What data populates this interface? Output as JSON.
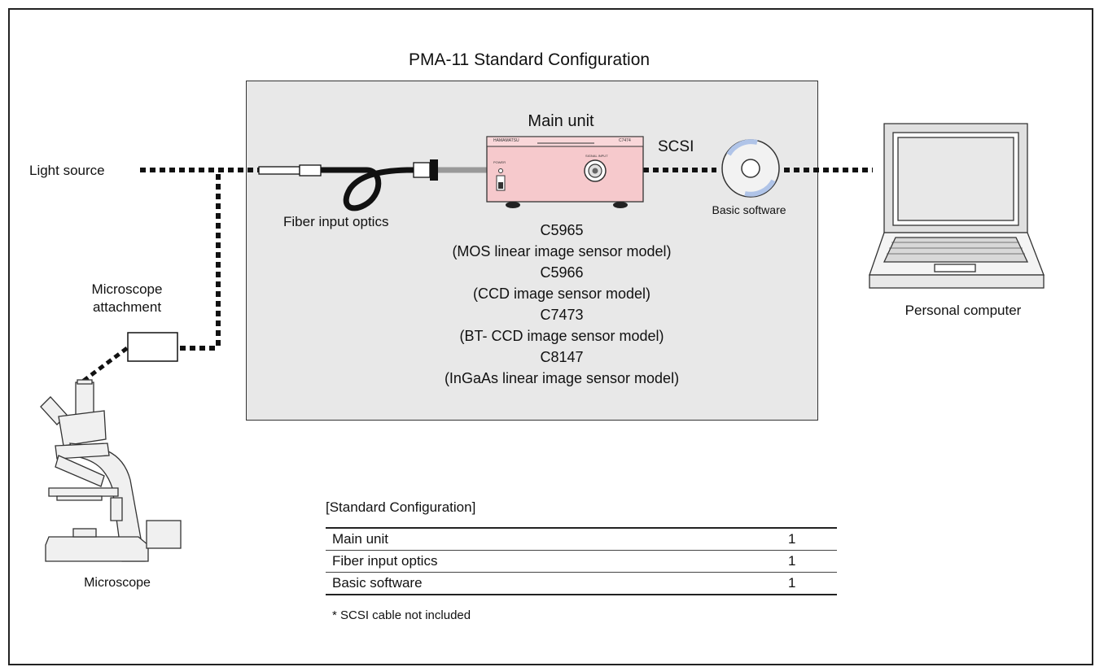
{
  "title": "PMA-11 Standard Configuration",
  "labels": {
    "light_source": "Light source",
    "microscope_attachment_line1": "Microscope",
    "microscope_attachment_line2": "attachment",
    "microscope": "Microscope",
    "fiber_input_optics": "Fiber input optics",
    "main_unit": "Main unit",
    "scsi": "SCSI",
    "basic_software": "Basic software",
    "personal_computer": "Personal computer",
    "device_brand": "HAMAMATSU",
    "device_model_tag": "C7474",
    "device_power": "POWER",
    "device_signal": "SIGNAL INPUT"
  },
  "models": [
    "C5965",
    "(MOS linear image sensor model)",
    "C5966",
    "(CCD image sensor model)",
    "C7473",
    "(BT- CCD image sensor model)",
    "C8147",
    "(InGaAs linear image sensor model)"
  ],
  "standard_config": {
    "heading": "[Standard Configuration]",
    "rows": [
      {
        "item": "Main unit",
        "qty": "1"
      },
      {
        "item": "Fiber input optics",
        "qty": "1"
      },
      {
        "item": "Basic software",
        "qty": "1"
      }
    ],
    "note": "* SCSI cable not included"
  },
  "colors": {
    "box_fill": "#e8e8e8",
    "main_unit_fill": "#f6c9cc",
    "line": "#111111"
  }
}
